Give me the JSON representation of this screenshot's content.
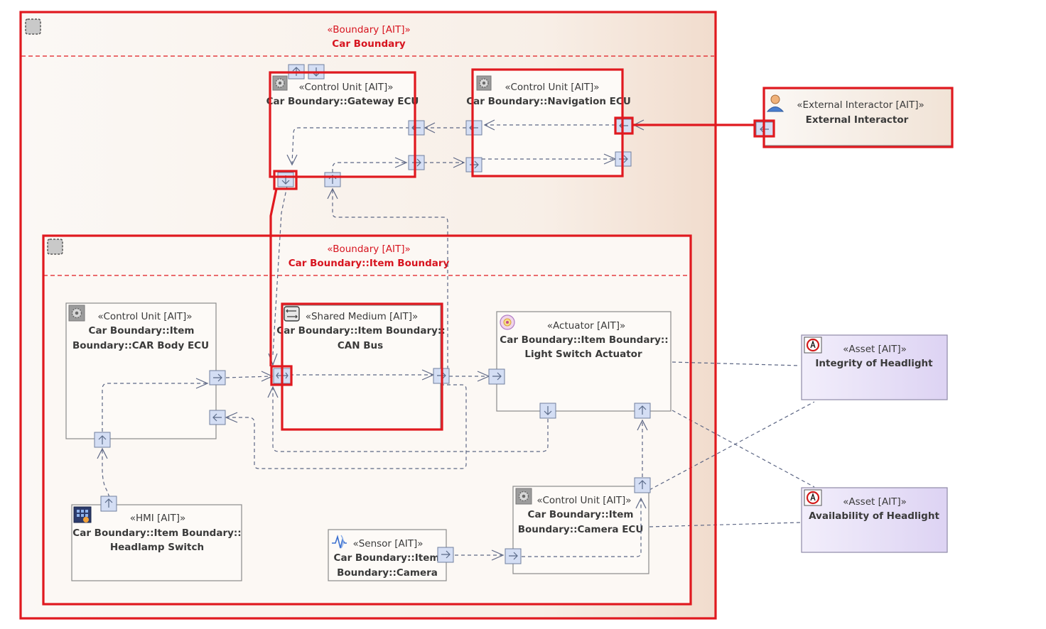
{
  "boundaries": {
    "car": {
      "stereotype": "«Boundary [AIT]»",
      "name": "Car Boundary"
    },
    "item": {
      "stereotype": "«Boundary [AIT]»",
      "name": "Car Boundary::Item Boundary"
    }
  },
  "elements": {
    "gateway_ecu": {
      "stereotype": "«Control Unit [AIT]»",
      "lines": [
        "Car Boundary::Gateway ECU"
      ],
      "icon": "gear-icon"
    },
    "navigation_ecu": {
      "stereotype": "«Control Unit [AIT]»",
      "lines": [
        "Car Boundary::Navigation ECU"
      ],
      "icon": "gear-icon"
    },
    "external_interactor": {
      "stereotype": "«External Interactor [AIT]»",
      "lines": [
        "External Interactor"
      ],
      "icon": "person-icon"
    },
    "car_body_ecu": {
      "stereotype": "«Control Unit [AIT]»",
      "lines": [
        "Car Boundary::Item",
        "Boundary::CAR Body ECU"
      ],
      "icon": "gear-icon"
    },
    "can_bus": {
      "stereotype": "«Shared Medium [AIT]»",
      "lines": [
        "Car Boundary::Item Boundary::",
        "CAN Bus"
      ],
      "icon": "bus-icon"
    },
    "light_switch_actuator": {
      "stereotype": "«Actuator [AIT]»",
      "lines": [
        "Car Boundary::Item Boundary::",
        "Light Switch Actuator"
      ],
      "icon": "actuator-icon"
    },
    "headlamp_switch": {
      "stereotype": "«HMI [AIT]»",
      "lines": [
        "Car Boundary::Item Boundary::",
        "Headlamp Switch"
      ],
      "icon": "hmi-icon"
    },
    "camera": {
      "stereotype": "«Sensor [AIT]»",
      "lines": [
        "Car Boundary::Item",
        "Boundary::Camera"
      ],
      "icon": "sensor-icon"
    },
    "camera_ecu": {
      "stereotype": "«Control Unit [AIT]»",
      "lines": [
        "Car Boundary::Item",
        "Boundary::Camera ECU"
      ],
      "icon": "gear-icon"
    },
    "integrity_headlight": {
      "stereotype": "«Asset [AIT]»",
      "lines": [
        "Integrity of Headlight"
      ],
      "icon": "asset-icon"
    },
    "availability_headlight": {
      "stereotype": "«Asset [AIT]»",
      "lines": [
        "Availability of Headlight"
      ],
      "icon": "asset-icon"
    }
  },
  "colors": {
    "highlight": "#e0191f",
    "boundary_text": "#d7141f",
    "port_fill": "#d4def4",
    "connector": "#5d6785",
    "asset_fill": "#e6e0f6"
  }
}
